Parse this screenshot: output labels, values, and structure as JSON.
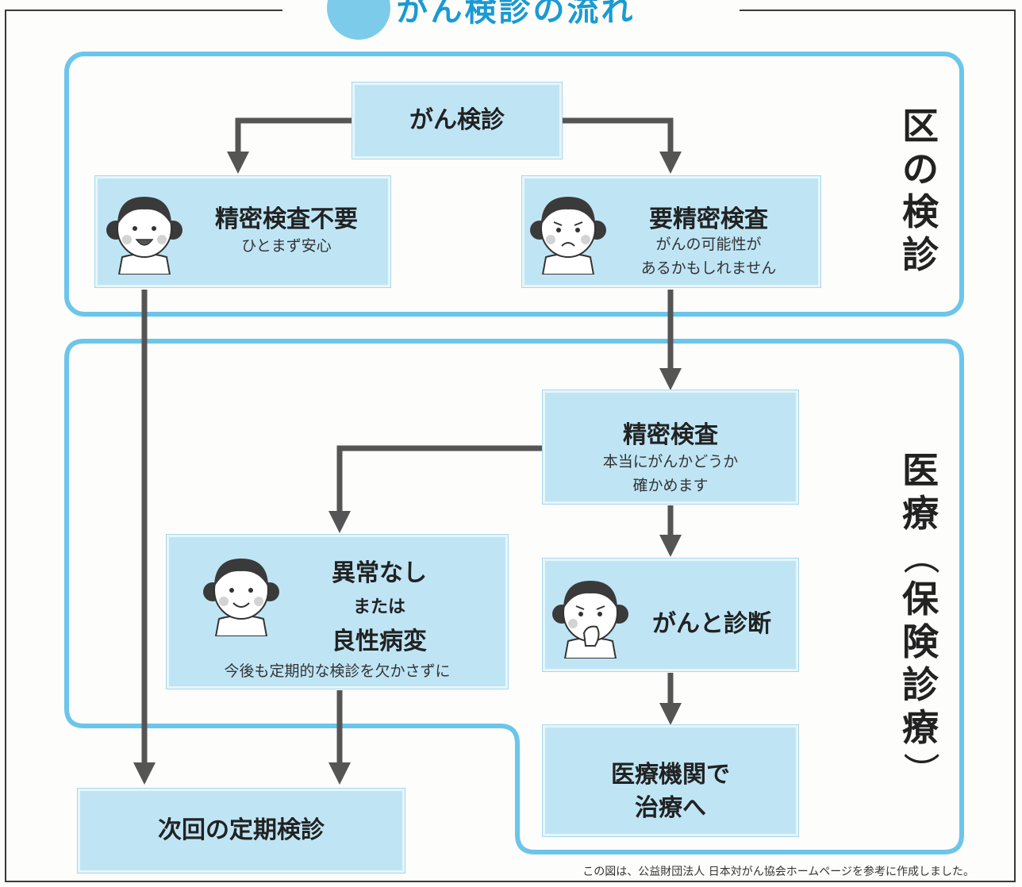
{
  "title": "がん検診の流れ",
  "sections": {
    "ward_screening": "区の検診",
    "medical_care": "医療（保険診療）"
  },
  "nodes": {
    "screening": {
      "label": "がん検診"
    },
    "no_exam_needed": {
      "label": "精密検査不要",
      "sub": "ひとまず安心"
    },
    "exam_required": {
      "label": "要精密検査",
      "sub1": "がんの可能性が",
      "sub2": "あるかもしれません"
    },
    "detailed_exam": {
      "label": "精密検査",
      "sub1": "本当にがんかどうか",
      "sub2": "確かめます"
    },
    "normal_or_benign": {
      "line1": "異常なし",
      "line2": "または",
      "line3": "良性病変",
      "sub": "今後も定期的な検診を欠かさずに"
    },
    "cancer_diagnosis": {
      "label": "がんと診断"
    },
    "treatment": {
      "line1": "医療機関で",
      "line2": "治療へ"
    },
    "next_screening": {
      "label": "次回の定期検診"
    }
  },
  "footnote": "この図は、公益財団法人 日本対がん協会ホームページを参考に作成しました。",
  "colors": {
    "accent": "#1a9ad3",
    "region_border": "#6cc5ea",
    "box_fill": "#bfe5f5",
    "arrow": "#555555"
  }
}
